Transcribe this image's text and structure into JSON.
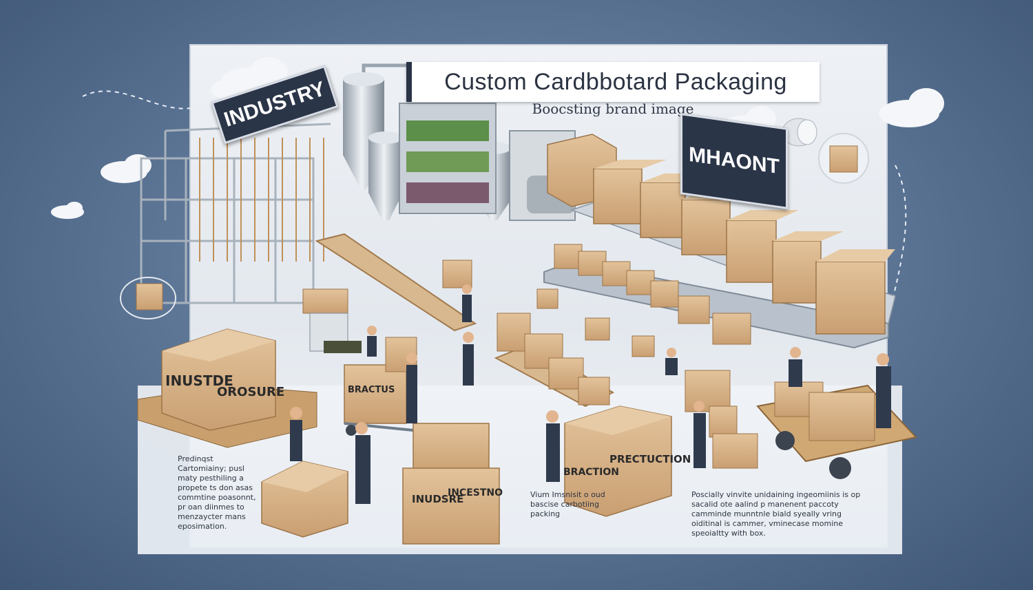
{
  "header": {
    "title": "Custom Cardbbotard Packaging",
    "subtitle": "Boocsting brand image"
  },
  "signs": {
    "industry": "INDUSTRY",
    "mhaont": "MHAONT"
  },
  "box_stamps": {
    "inustde": "INUSTDE",
    "orosure": "OROSURE",
    "bractus": "BRACTUS",
    "inudsre": "INUDSRE",
    "incestno": "INCESTNO",
    "braction": "BRACTION",
    "prectuction": "PRECTUCTION"
  },
  "captions": {
    "left": "Predinqst Cartomiainy; pusl maty pesthiling a propete ts don asas commtine poasonnt, pr oan diinmes to menzaycter mans eposimation.",
    "middle": "Vium Imsnisit o oud bascise carbotiing packing",
    "right": "Poscially vinvite unidaining ingeomiinis is op sacalid ote aalind p manenent paccoty camminde munntnle biald syeally vring oiditinal is cammer, vminecase momine speoialtty with box."
  },
  "colors": {
    "background": "#5f7898",
    "panel": "#e9edf2",
    "cardboard": "#d7b48a",
    "sign": "#2b3548"
  },
  "icons": [
    "cloud-icon",
    "silo-icon",
    "conveyor-icon",
    "worker-icon",
    "box-icon",
    "hand-truck-icon"
  ]
}
